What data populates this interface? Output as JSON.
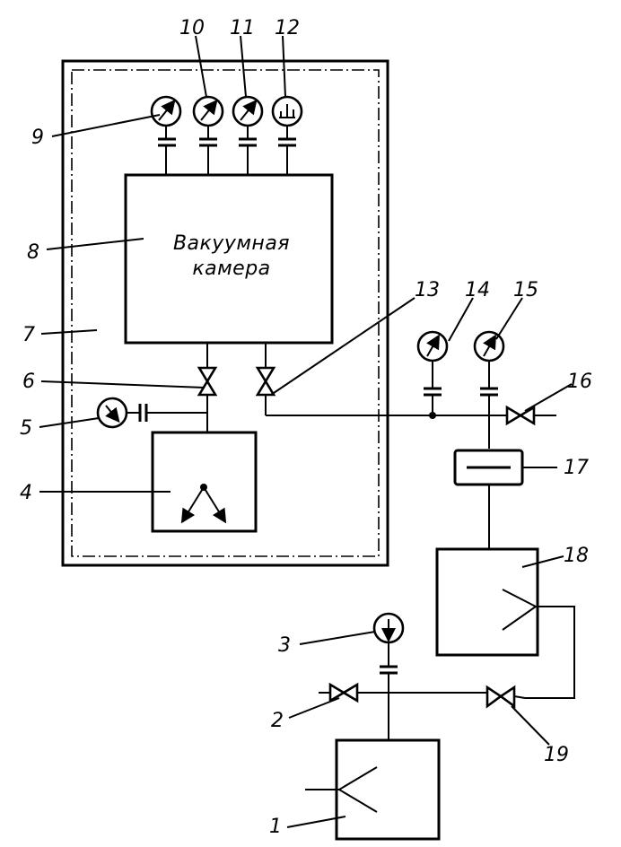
{
  "chamber": {
    "line1": "Вакуумная",
    "line2": "камера"
  },
  "labels": {
    "n1": "1",
    "n2": "2",
    "n3": "3",
    "n4": "4",
    "n5": "5",
    "n6": "6",
    "n7": "7",
    "n8": "8",
    "n9": "9",
    "n10": "10",
    "n11": "11",
    "n12": "12",
    "n13": "13",
    "n14": "14",
    "n15": "15",
    "n16": "16",
    "n17": "17",
    "n18": "18",
    "n19": "19"
  }
}
